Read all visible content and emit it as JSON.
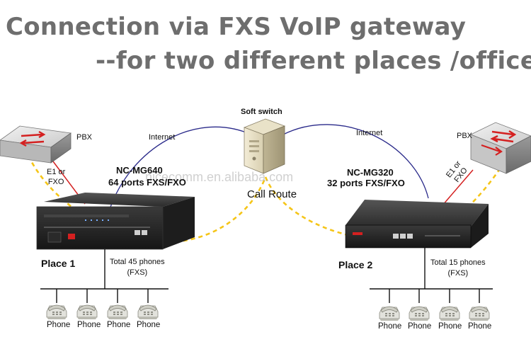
{
  "title": {
    "line1": "Connection via FXS VoIP gateway",
    "line2": "--for two different places /offices"
  },
  "watermark": "nicecomm.en.alibaba.com",
  "soft_switch": {
    "label": "Soft switch",
    "call_route": "Call Route"
  },
  "internet_left": "Internet",
  "internet_right": "Internet",
  "left": {
    "pbx": "PBX",
    "link_l1": "E1 or",
    "link_l2": "FXO",
    "model": "NC-MG640",
    "ports": "64 ports FXS/FXO",
    "place": "Place 1",
    "total_l1": "Total 45 phones",
    "total_l2": "(FXS)",
    "phones": [
      "Phone",
      "Phone",
      "Phone",
      "Phone"
    ]
  },
  "right": {
    "pbx": "PBX",
    "link_l1": "E1 or",
    "link_l2": "FXO",
    "model": "NC-MG320",
    "ports": "32 ports FXS/FXO",
    "place": "Place 2",
    "total_l1": "Total 15  phones",
    "total_l2": "(FXS)",
    "phones": [
      "Phone",
      "Phone",
      "Phone",
      "Phone"
    ]
  },
  "colors": {
    "title": "#6e6e6e",
    "internet_link": "#2a2a8a",
    "call_route": "#f5c518",
    "e1_link": "#d42020"
  }
}
